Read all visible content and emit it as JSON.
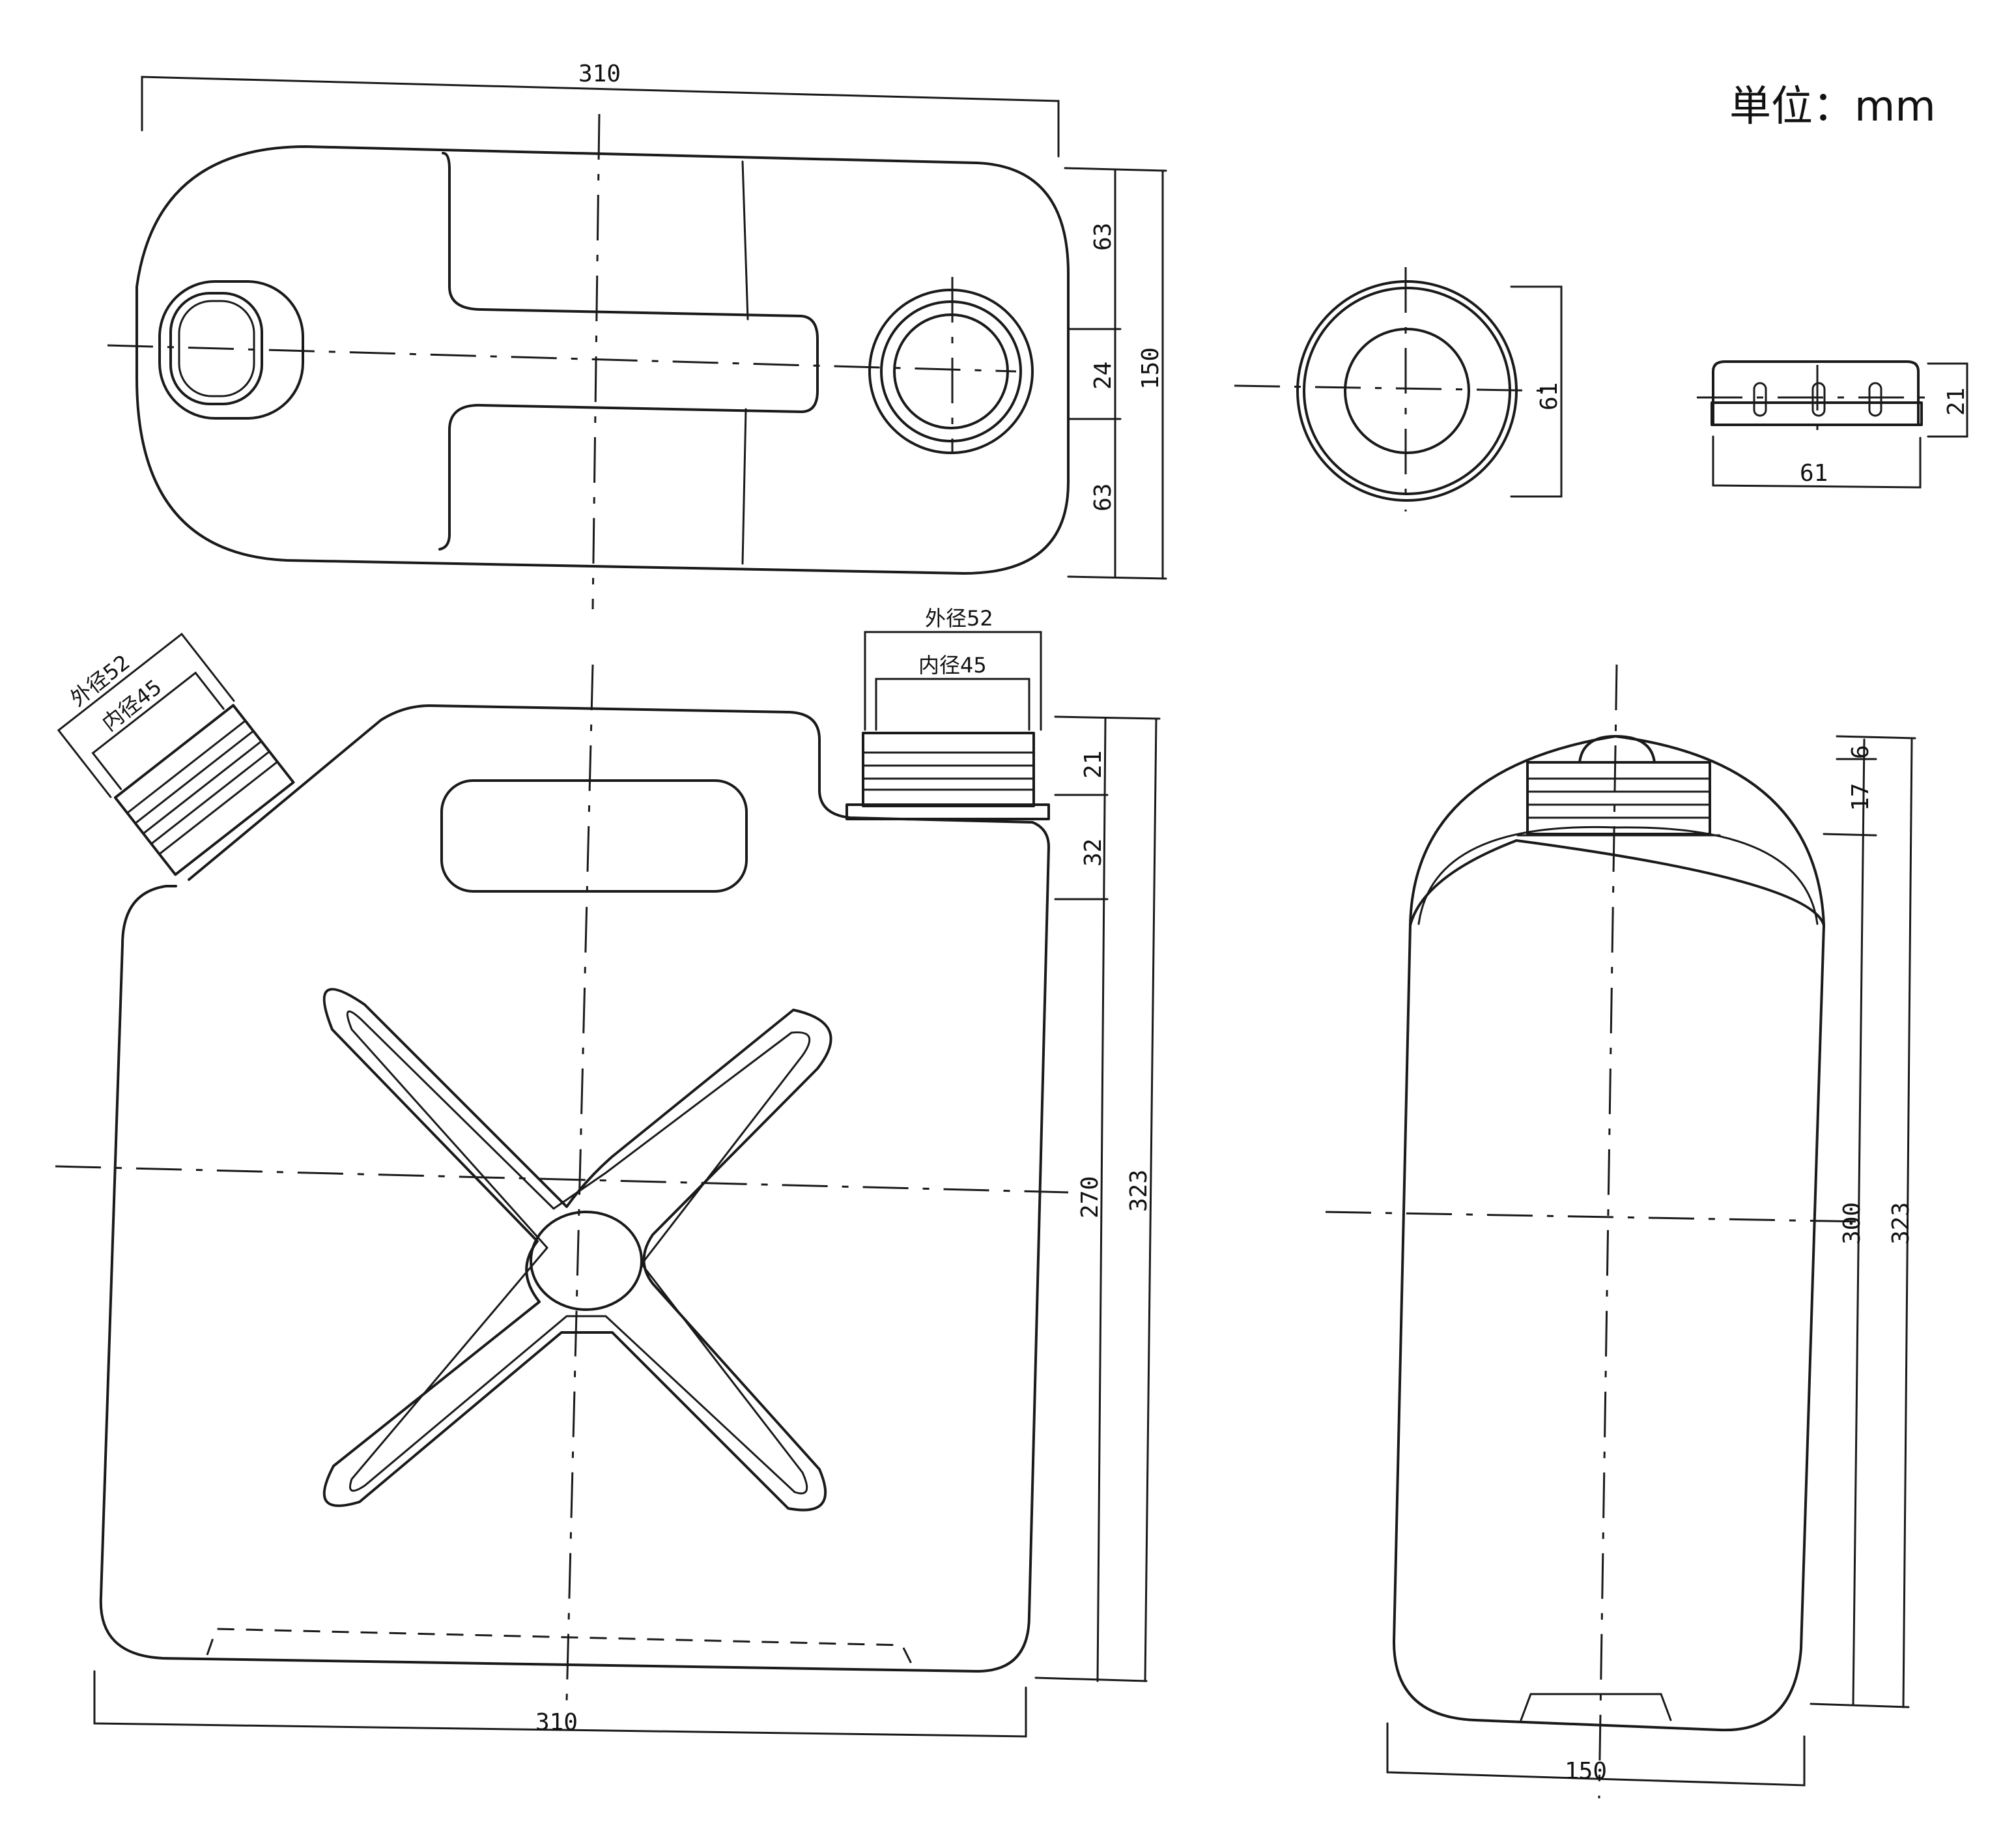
{
  "unit_label": "単位：mm",
  "top_view": {
    "width": "310",
    "dim_upper": "63",
    "dim_middle": "24",
    "dim_lower": "63",
    "depth": "150"
  },
  "cap_top": {
    "diameter": "61"
  },
  "cap_side": {
    "width": "61",
    "height": "21"
  },
  "front_view": {
    "neck_outer": "外径52",
    "neck_inner": "内径45",
    "spout_outer": "外径52",
    "spout_inner": "内径45",
    "dim_neck": "21",
    "dim_shoulder": "32",
    "dim_body": "270",
    "dim_total": "323",
    "width": "310"
  },
  "side_view": {
    "dim_cap": "6",
    "dim_neck": "17",
    "dim_body": "300",
    "dim_total": "323",
    "width": "150"
  }
}
